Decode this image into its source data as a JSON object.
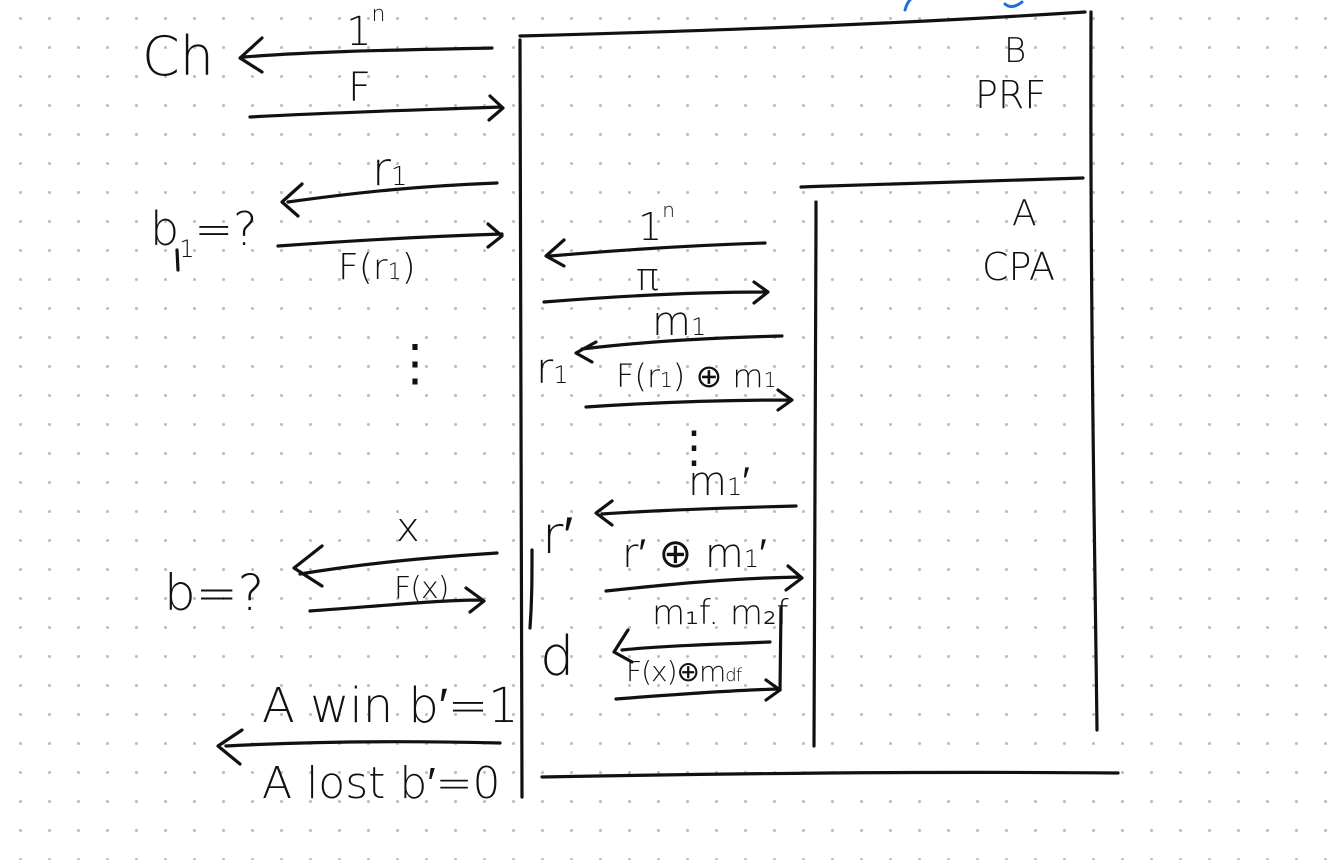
{
  "boxes": {
    "outer": {
      "name": "B",
      "type": "PRF"
    },
    "inner": {
      "name": "A",
      "type": "CPA"
    }
  },
  "left_party": {
    "challenger": "Ch",
    "query_bit": "b",
    "query_bit_sub": "1",
    "query_bit_suffix": "=?",
    "final_bit_prompt": "b=?",
    "vdots": "⋮"
  },
  "left_messages": {
    "security_param": "1",
    "security_param_exp": "n",
    "function_label": "F",
    "query_r1": "r",
    "query_r1_sub": "1",
    "response_Fr1": "F(r",
    "response_Fr1_sub": "1",
    "response_Fr1_tail": ")",
    "challenge_x": "x",
    "response_Fx": "F(x)"
  },
  "inner_messages": {
    "security_param": "1",
    "security_param_exp": "n",
    "pi_label": "π",
    "m1": "m",
    "m1_sub": "1",
    "r1": "r",
    "r1_sub": "1",
    "enc1": "F(r",
    "enc1_sub": "1",
    "enc1_tail": ") ⊕ m",
    "enc1_tail_sub": "1",
    "vdots": "⋮",
    "m1p": "m",
    "m1p_sub": "1",
    "m1p_prime": "′",
    "rprime": "r′",
    "enc_prime": "r′ ⊕ m",
    "enc_prime_sub": "1",
    "enc_prime_prime": "′",
    "challenge_msgs": "m₁f. m₂f",
    "d_label": "d",
    "challenge_ct": "F(x)⊕m",
    "challenge_ct_sub": "df"
  },
  "outcome": {
    "win": "A win  b′=1",
    "lost": "A lost  b′=0"
  }
}
